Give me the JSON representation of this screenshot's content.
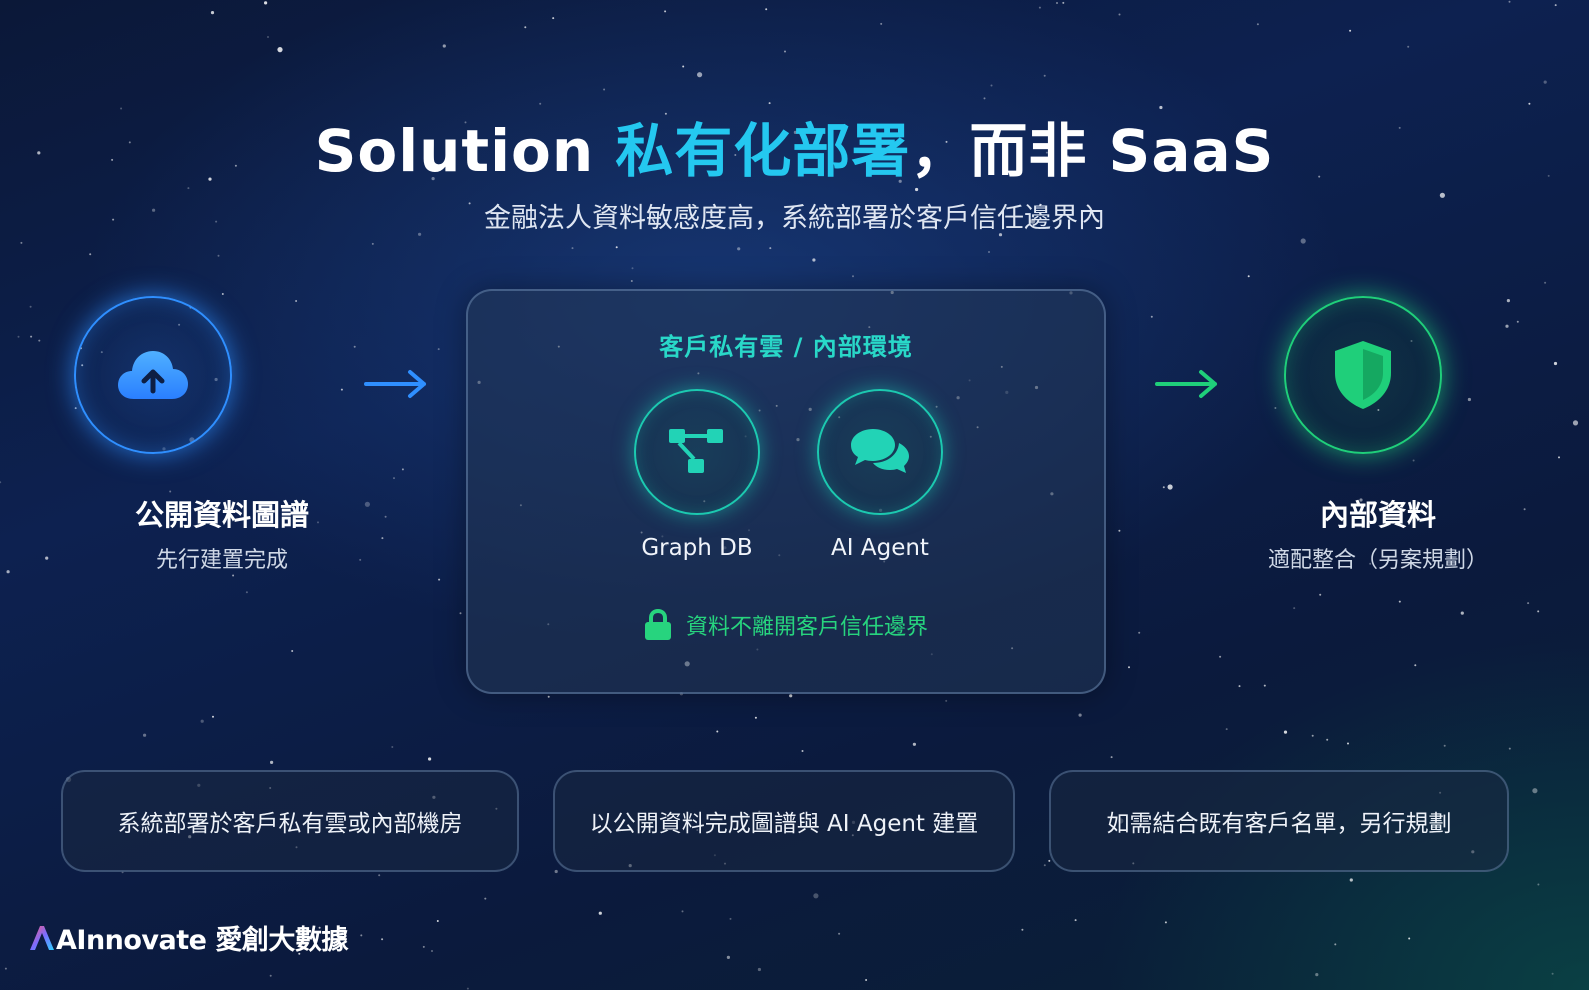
{
  "title": {
    "lead": "Solution ",
    "accent": "私有化部署",
    "rest": "，而非 SaaS"
  },
  "subtitle": "金融法人資料敏感度高，系統部署於客戶信任邊界內",
  "left_node": {
    "icon": "cloud-upload-icon",
    "title": "公開資料圖譜",
    "subtitle": "先行建置完成"
  },
  "right_node": {
    "icon": "shield-icon",
    "title": "內部資料",
    "subtitle": "適配整合（另案規劃）"
  },
  "center_box": {
    "title": "客戶私有雲 / 內部環境",
    "items": [
      {
        "label": "Graph DB",
        "icon": "graph-db-icon"
      },
      {
        "label": "AI Agent",
        "icon": "chat-bubbles-icon"
      }
    ],
    "lock_text": "資料不離開客戶信任邊界"
  },
  "notes": [
    "系統部署於客戶私有雲或內部機房",
    "以公開資料完成圖譜與 AI Agent 建置",
    "如需結合既有客戶名單，另行規劃"
  ],
  "logo": {
    "text": "AInnovate 愛創大數據"
  },
  "colors": {
    "accent_cyan": "#24c8f0",
    "blue": "#2f8fff",
    "teal": "#1cc9b0",
    "green": "#1fcf7a"
  }
}
